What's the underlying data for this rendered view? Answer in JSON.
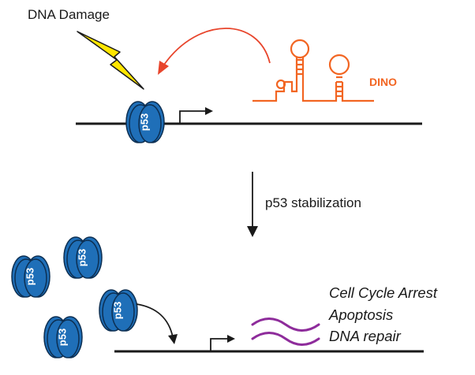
{
  "damage_label": "DNA Damage",
  "rna_label": "DINO",
  "protein_label": "p53",
  "arrow_label": "p53 stabilization",
  "outcomes": [
    "Cell Cycle Arrest",
    "Apoptosis",
    "DNA repair"
  ],
  "colors": {
    "protein": "#1f6fb8",
    "protein_stroke": "#0d2f52",
    "rna": "#f26522",
    "bolt": "#ffe600",
    "mrna": "#8e2c9b",
    "line": "#1a1a1a",
    "feedback_arrow": "#e8452c"
  },
  "icons": [
    "lightning-bolt-icon",
    "promoter-arrow-icon",
    "stem-loop-icon",
    "mrna-wave-icon"
  ]
}
